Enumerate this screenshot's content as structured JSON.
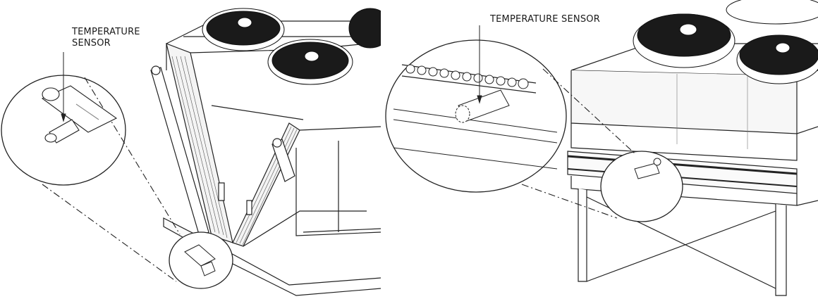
{
  "left_figure": {
    "callout_label_line1": "TEMPERATURE",
    "callout_label_line2": "SENSOR"
  },
  "right_figure": {
    "callout_label": "TEMPERATURE SENSOR"
  }
}
